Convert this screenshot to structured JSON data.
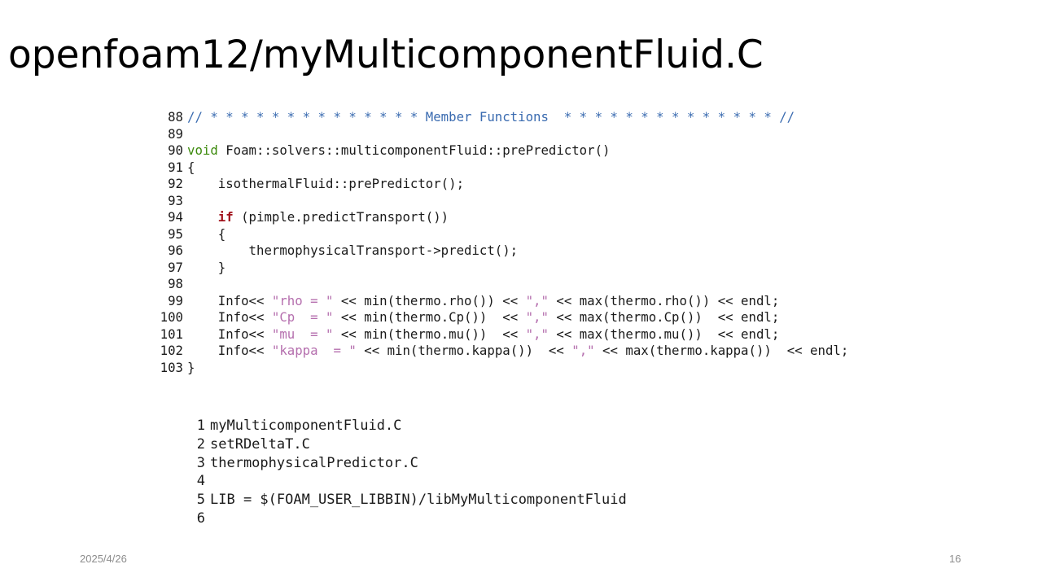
{
  "slide": {
    "title": "openfoam12/myMulticomponentFluid.C",
    "date": "2025/4/26",
    "page_number": "16"
  },
  "colors": {
    "comment": "#3a6bb0",
    "type": "#3c8a0c",
    "keyword": "#a0101a",
    "string": "#b56fae"
  },
  "code_source": {
    "lines": [
      {
        "num": "88",
        "tokens": [
          {
            "t": "// * * * * * * * * * * * * * * Member Functions  * * * * * * * * * * * * * * //",
            "c": "comment"
          }
        ]
      },
      {
        "num": "89",
        "tokens": []
      },
      {
        "num": "90",
        "tokens": [
          {
            "t": "void",
            "c": "type"
          },
          {
            "t": " Foam::solvers::multicomponentFluid::prePredictor()",
            "c": "plain"
          }
        ]
      },
      {
        "num": "91",
        "tokens": [
          {
            "t": "{",
            "c": "plain"
          }
        ]
      },
      {
        "num": "92",
        "tokens": [
          {
            "t": "    isothermalFluid::prePredictor();",
            "c": "plain"
          }
        ]
      },
      {
        "num": "93",
        "tokens": []
      },
      {
        "num": "94",
        "tokens": [
          {
            "t": "    ",
            "c": "plain"
          },
          {
            "t": "if",
            "c": "keyword"
          },
          {
            "t": " (pimple.predictTransport())",
            "c": "plain"
          }
        ]
      },
      {
        "num": "95",
        "tokens": [
          {
            "t": "    {",
            "c": "plain"
          }
        ]
      },
      {
        "num": "96",
        "tokens": [
          {
            "t": "        thermophysicalTransport->predict();",
            "c": "plain"
          }
        ]
      },
      {
        "num": "97",
        "tokens": [
          {
            "t": "    }",
            "c": "plain"
          }
        ]
      },
      {
        "num": "98",
        "tokens": []
      },
      {
        "num": "99",
        "tokens": [
          {
            "t": "    Info<< ",
            "c": "plain"
          },
          {
            "t": "\"rho = \"",
            "c": "string"
          },
          {
            "t": " << min(thermo.rho()) << ",
            "c": "plain"
          },
          {
            "t": "\",\"",
            "c": "string"
          },
          {
            "t": " << max(thermo.rho()) << endl;",
            "c": "plain"
          }
        ]
      },
      {
        "num": "100",
        "tokens": [
          {
            "t": "    Info<< ",
            "c": "plain"
          },
          {
            "t": "\"Cp  = \"",
            "c": "string"
          },
          {
            "t": " << min(thermo.Cp())  << ",
            "c": "plain"
          },
          {
            "t": "\",\"",
            "c": "string"
          },
          {
            "t": " << max(thermo.Cp())  << endl;",
            "c": "plain"
          }
        ]
      },
      {
        "num": "101",
        "tokens": [
          {
            "t": "    Info<< ",
            "c": "plain"
          },
          {
            "t": "\"mu  = \"",
            "c": "string"
          },
          {
            "t": " << min(thermo.mu())  << ",
            "c": "plain"
          },
          {
            "t": "\",\"",
            "c": "string"
          },
          {
            "t": " << max(thermo.mu())  << endl;",
            "c": "plain"
          }
        ]
      },
      {
        "num": "102",
        "tokens": [
          {
            "t": "    Info<< ",
            "c": "plain"
          },
          {
            "t": "\"kappa  = \"",
            "c": "string"
          },
          {
            "t": " << min(thermo.kappa())  << ",
            "c": "plain"
          },
          {
            "t": "\",\"",
            "c": "string"
          },
          {
            "t": " << max(thermo.kappa())  << endl;",
            "c": "plain"
          }
        ]
      },
      {
        "num": "103",
        "tokens": [
          {
            "t": "}",
            "c": "plain"
          }
        ]
      }
    ]
  },
  "code_files": {
    "lines": [
      {
        "num": "1",
        "text": "myMulticomponentFluid.C"
      },
      {
        "num": "2",
        "text": "setRDeltaT.C"
      },
      {
        "num": "3",
        "text": "thermophysicalPredictor.C"
      },
      {
        "num": "4",
        "text": ""
      },
      {
        "num": "5",
        "text": "LIB = $(FOAM_USER_LIBBIN)/libMyMulticomponentFluid"
      },
      {
        "num": "6",
        "text": ""
      }
    ]
  }
}
